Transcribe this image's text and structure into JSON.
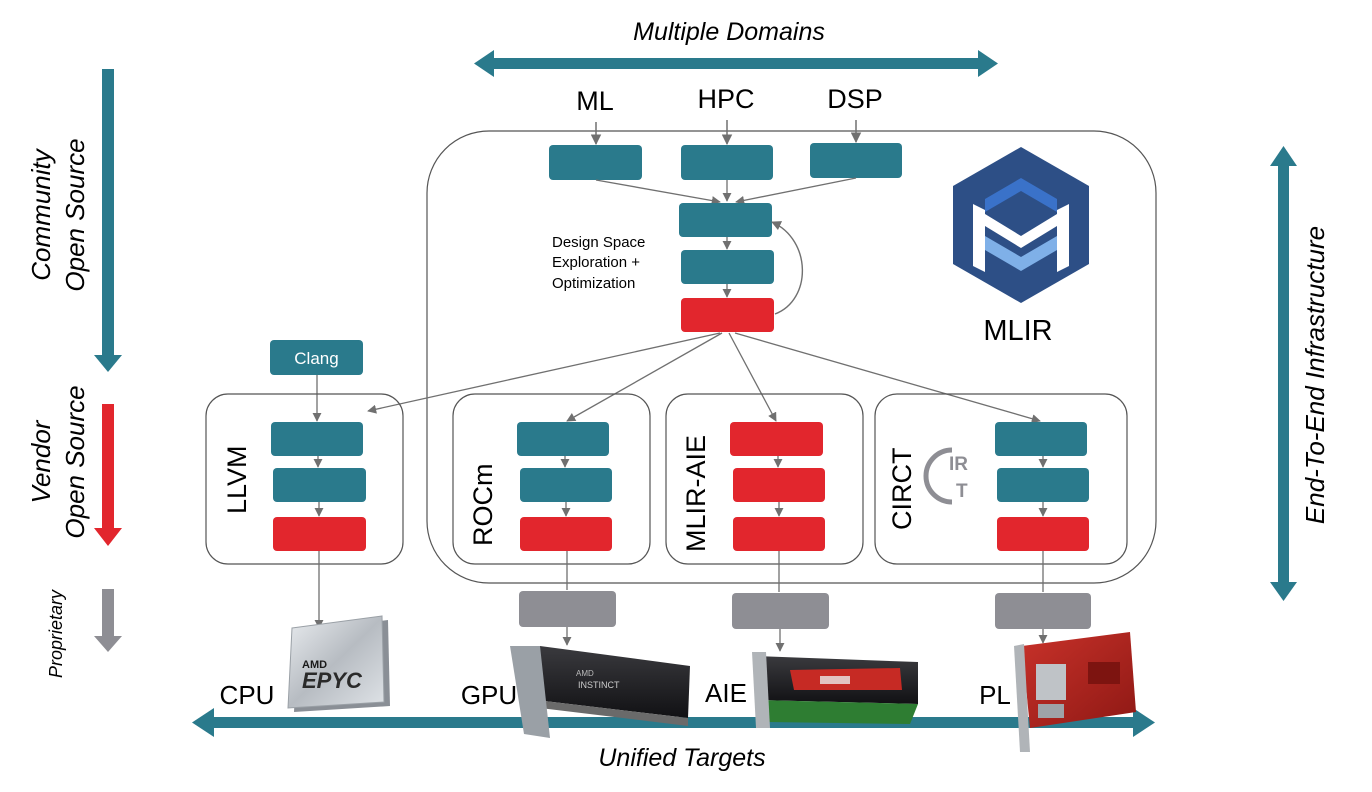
{
  "colors": {
    "teal": "#2A7A8C",
    "red": "#E2262D",
    "gray": "#8E8E94",
    "outline": "#555555",
    "arrow": "#707070"
  },
  "top": {
    "title": "Multiple Domains",
    "domains": [
      "ML",
      "HPC",
      "DSP"
    ]
  },
  "left": {
    "community_line1": "Community",
    "community_line2": "Open Source",
    "vendor_line1": "Vendor",
    "vendor_line2": "Open Source",
    "proprietary": "Proprietary"
  },
  "right": {
    "infra": "End-To-End Infrastructure"
  },
  "mlir": {
    "name": "MLIR",
    "dse_line1": "Design Space",
    "dse_line2": "Exploration +",
    "dse_line3": "Optimization",
    "logo_icon": "mlir-logo-icon"
  },
  "frontends": {
    "clang": "Clang"
  },
  "stacks": [
    {
      "name": "LLVM"
    },
    {
      "name": "ROCm"
    },
    {
      "name": "MLIR-AIE"
    },
    {
      "name": "CIRCT"
    }
  ],
  "circt_logo": {
    "top": "IR",
    "bottom": "T"
  },
  "hardware": {
    "cpu_brand": "AMD",
    "cpu_model": "EPYC",
    "gpu_brand": "AMD",
    "gpu_model": "INSTINCT"
  },
  "targets": {
    "title": "Unified Targets",
    "items": [
      "CPU",
      "GPU",
      "AIE",
      "PL"
    ]
  }
}
